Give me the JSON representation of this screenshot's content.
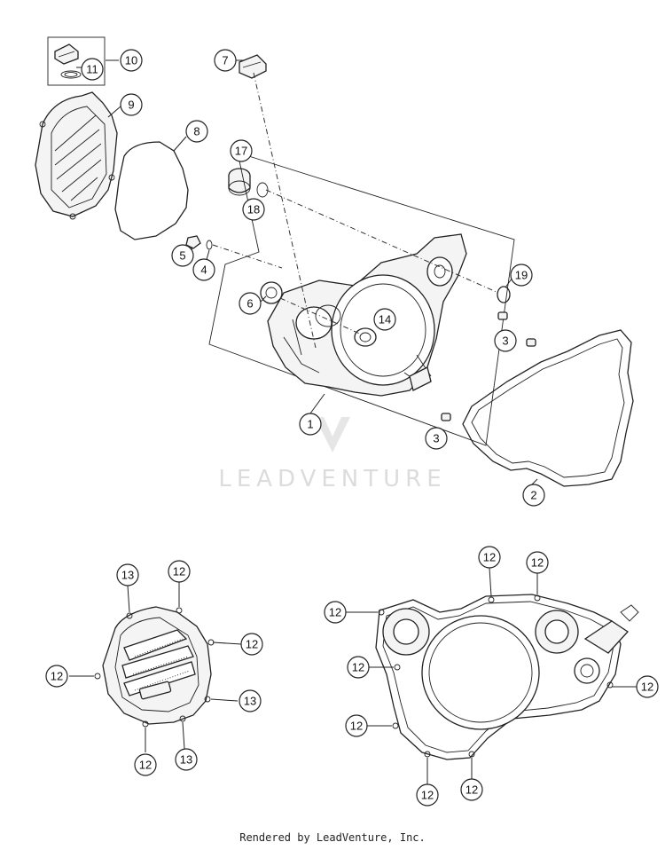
{
  "watermark": "LEADVENTURE",
  "footer": "Rendered by LeadVenture, Inc.",
  "callouts": {
    "c1": "1",
    "c2": "2",
    "c3a": "3",
    "c3b": "3",
    "c4": "4",
    "c5": "5",
    "c6": "6",
    "c7": "7",
    "c8": "8",
    "c9": "9",
    "c10": "10",
    "c11": "11",
    "c14": "14",
    "c17": "17",
    "c18": "18",
    "c19": "19",
    "l13a": "13",
    "l13b": "13",
    "l13c": "13",
    "l12a": "12",
    "l12b": "12",
    "l12c": "12",
    "l12d": "12",
    "r12a": "12",
    "r12b": "12",
    "r12c": "12",
    "r12d": "12",
    "r12e": "12",
    "r12f": "12",
    "r12g": "12",
    "r12h": "12"
  }
}
